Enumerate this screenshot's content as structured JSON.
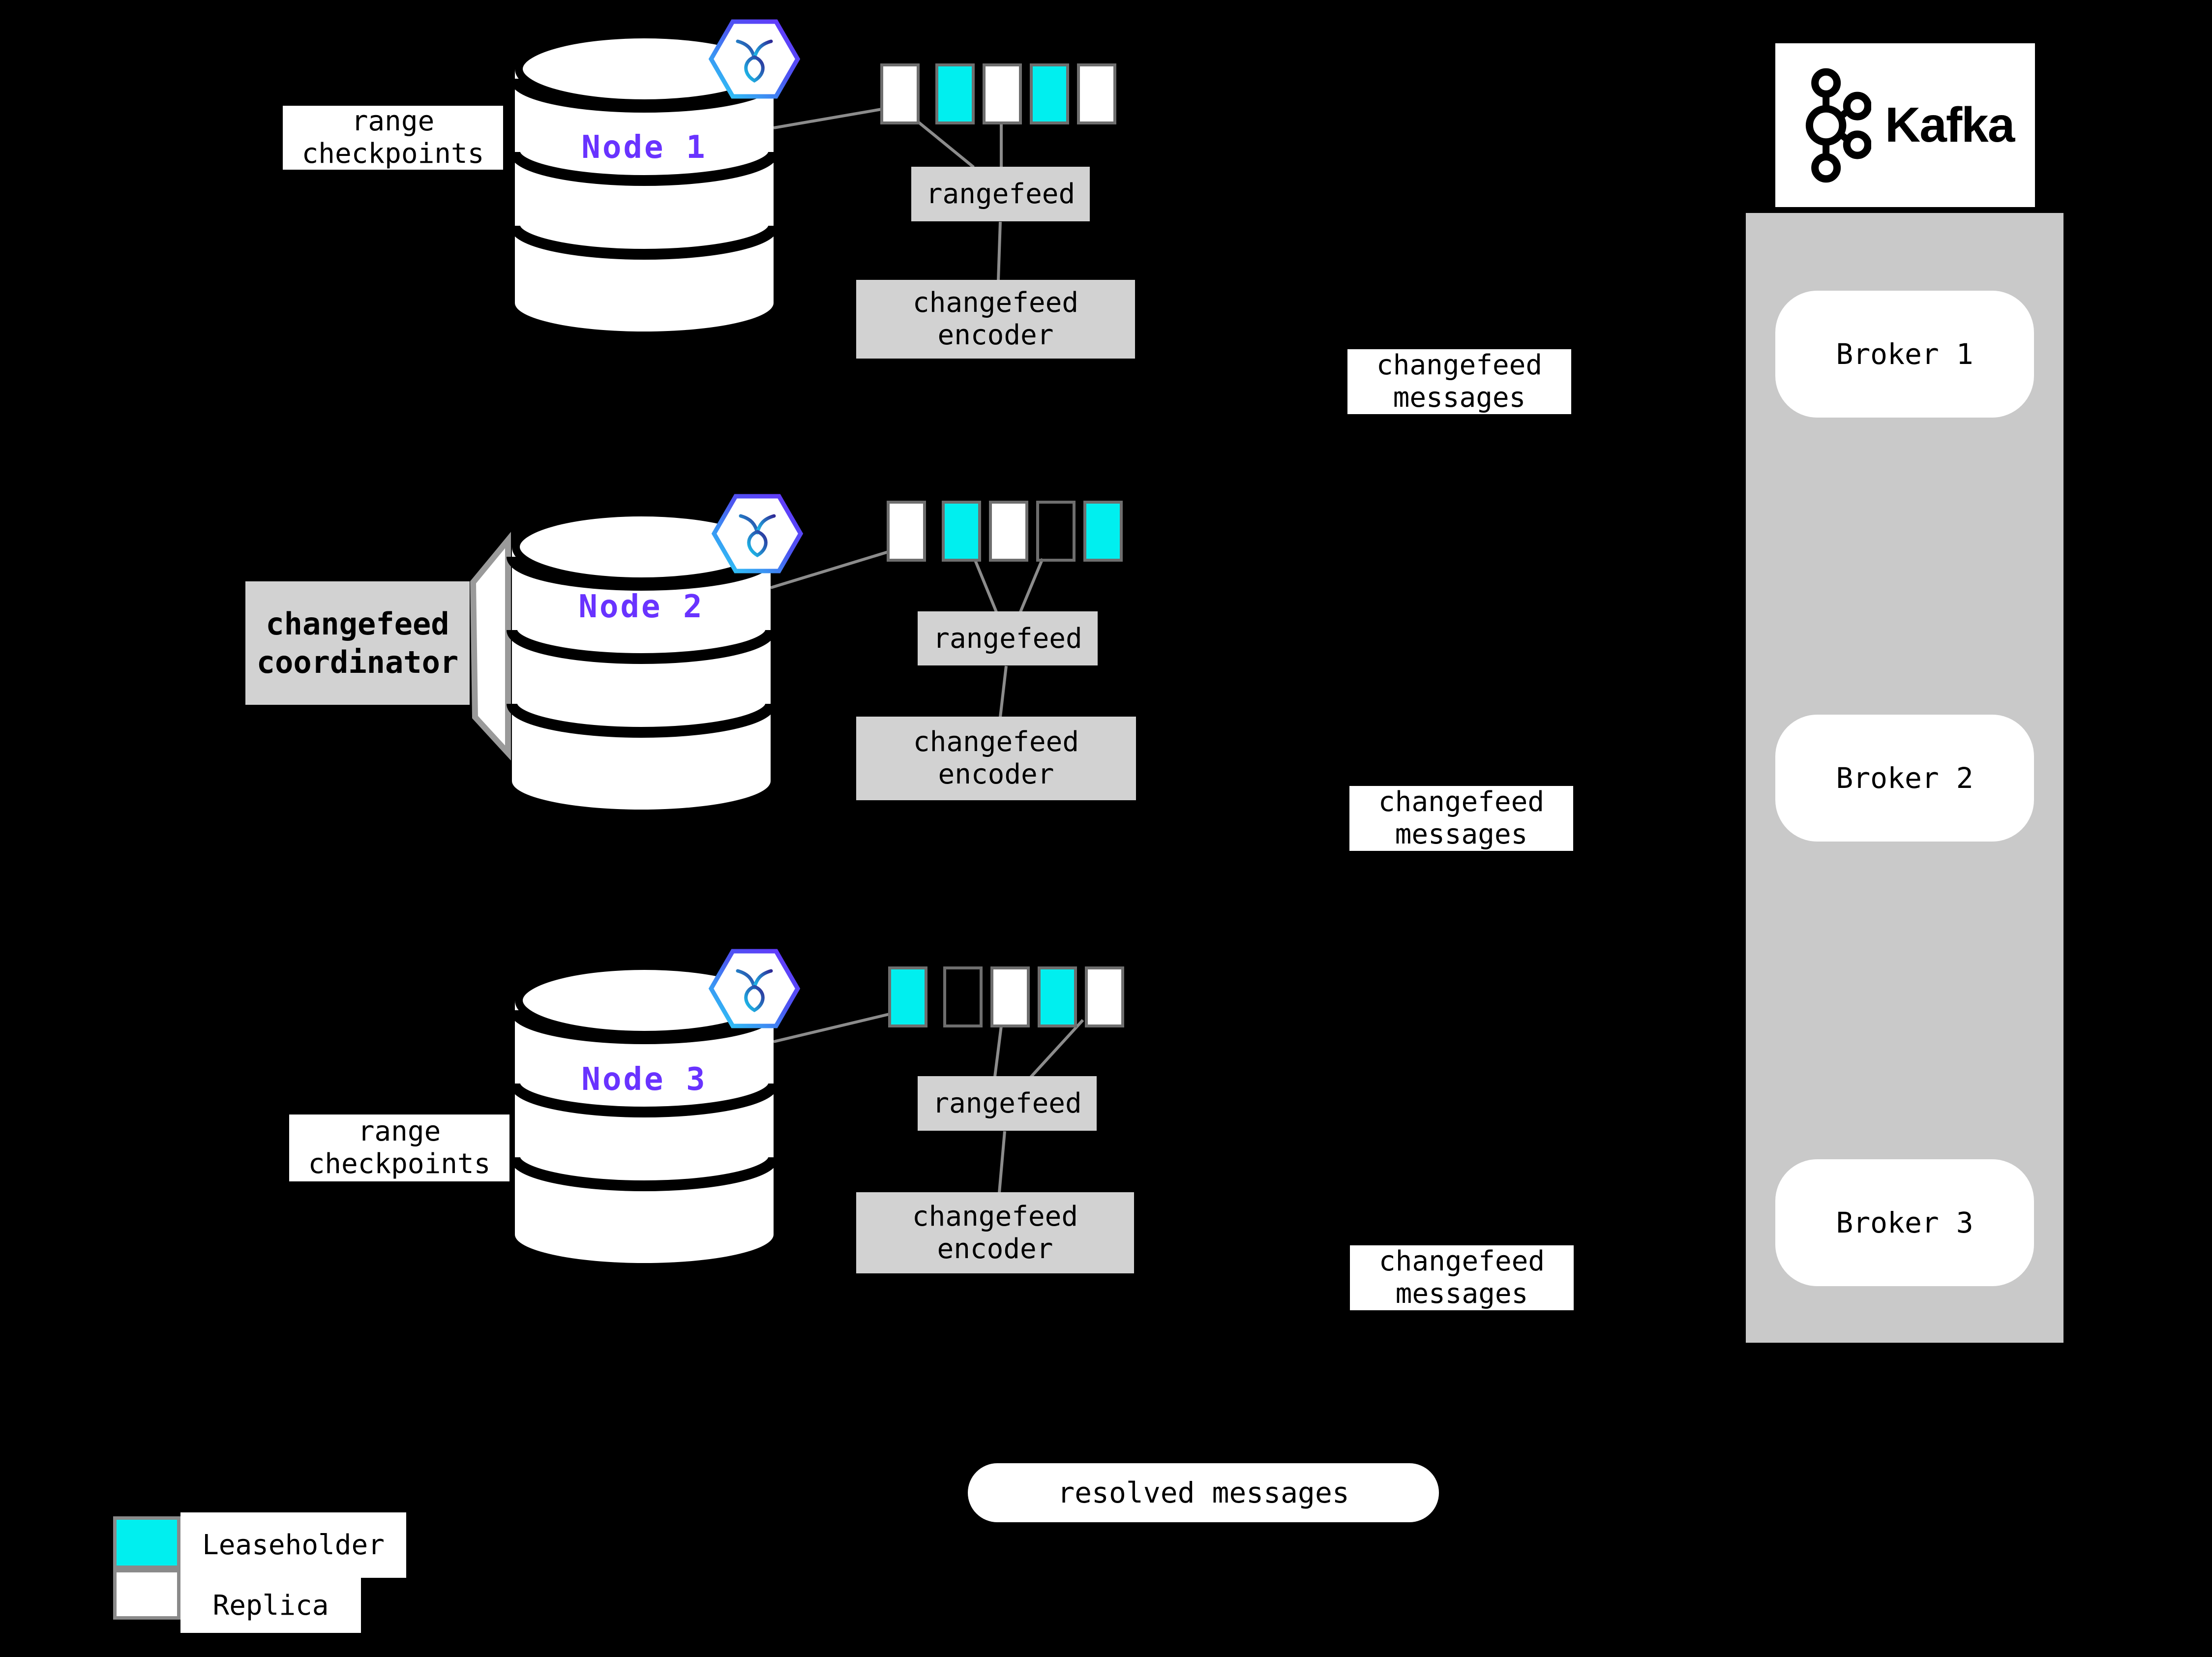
{
  "colors": {
    "background": "#000000",
    "leaseholder_cyan": "#00EFEF",
    "replica_white": "#FFFFFF",
    "node_accent_purple": "#6933FF",
    "box_gray": "#D2D2D2",
    "kafka_container_gray": "#C9C9C9",
    "connector_gray": "#8C8C8C",
    "range_border_gray": "#6E6E6E"
  },
  "nodes": [
    {
      "label": "Node 1",
      "ranges": [
        "replica",
        "leaseholder",
        "replica",
        "leaseholder",
        "replica"
      ]
    },
    {
      "label": "Node 2",
      "ranges": [
        "replica",
        "leaseholder",
        "replica",
        "empty",
        "leaseholder"
      ]
    },
    {
      "label": "Node 3",
      "ranges": [
        "leaseholder",
        "empty",
        "replica",
        "leaseholder",
        "replica"
      ]
    }
  ],
  "labels": {
    "range_checkpoints": {
      "line1": "range",
      "line2": "checkpoints"
    },
    "rangefeed": "rangefeed",
    "changefeed_encoder": {
      "line1": "changefeed",
      "line2": "encoder"
    },
    "changefeed_messages": {
      "line1": "changefeed",
      "line2": "messages"
    },
    "coordinator": {
      "line1": "changefeed",
      "line2": "coordinator"
    },
    "resolved_messages": "resolved messages"
  },
  "kafka": {
    "title": "Kafka",
    "brokers": [
      {
        "label": "Broker 1"
      },
      {
        "label": "Broker 2"
      },
      {
        "label": "Broker 3"
      }
    ]
  },
  "legend": [
    {
      "swatch": "leaseholder",
      "label": "Leaseholder"
    },
    {
      "swatch": "replica",
      "label": "Replica"
    }
  ]
}
